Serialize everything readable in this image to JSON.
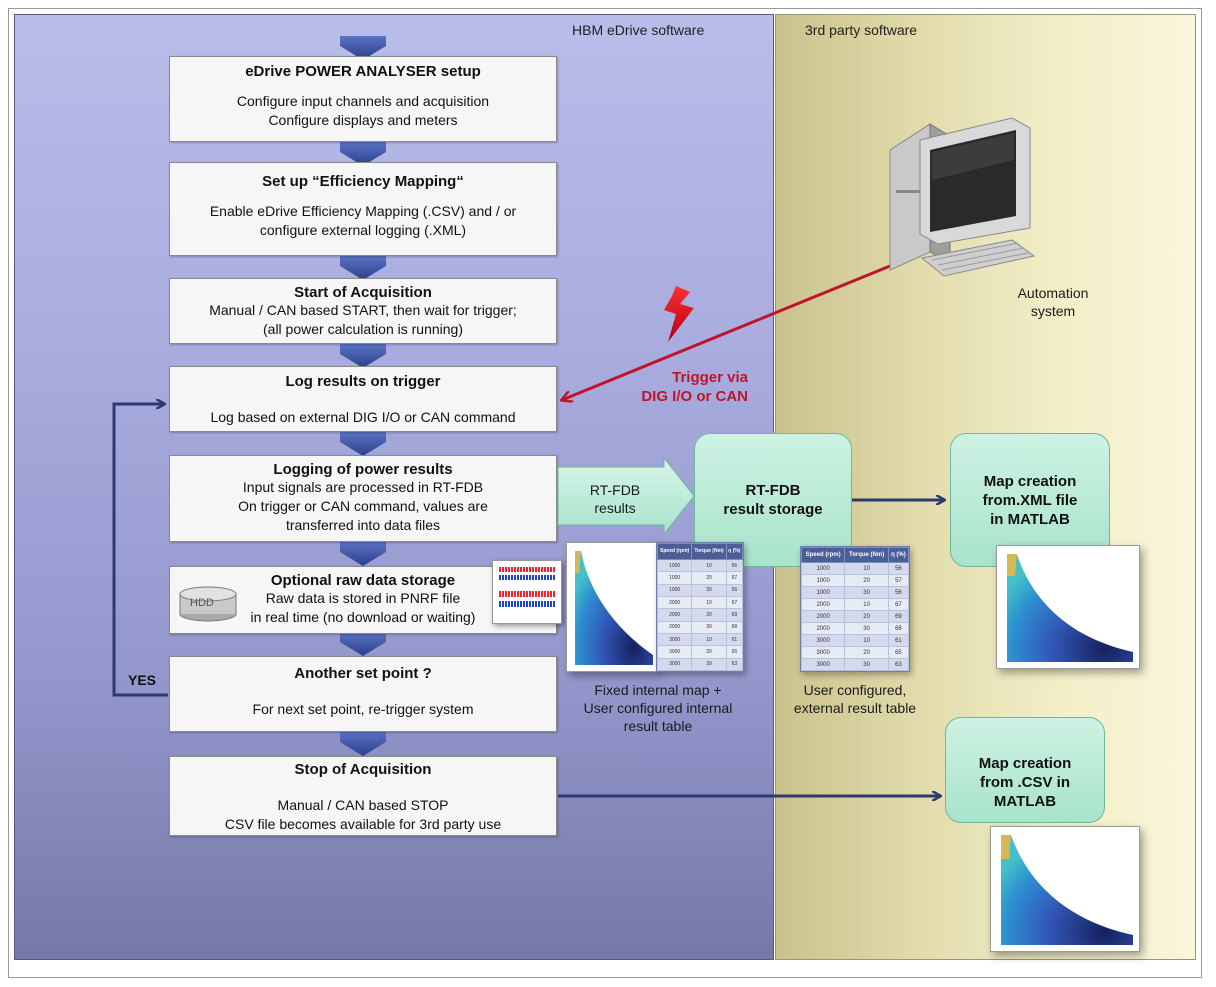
{
  "zones": {
    "left": "HBM  eDrive software",
    "right": "3rd party software"
  },
  "steps": [
    {
      "title": "eDrive POWER ANALYSER  setup",
      "lines": [
        "Configure input channels and acquisition",
        "Configure displays and meters"
      ]
    },
    {
      "title": "Set up “Efficiency Mapping“",
      "lines": [
        "Enable  eDrive Efficiency Mapping (.CSV) and / or",
        "configure external logging (.XML)"
      ]
    },
    {
      "title": "Start of Acquisition",
      "lines": [
        "Manual / CAN based START, then wait for trigger;",
        "(all power calculation is running)"
      ]
    },
    {
      "title": "Log results on trigger",
      "lines": [
        "Log based on external DIG I/O  or CAN  command"
      ]
    },
    {
      "title": "Logging of power results",
      "lines": [
        "Input signals are processed in RT-FDB",
        "On trigger or CAN command,  values are",
        "transferred into data files"
      ]
    },
    {
      "title": "Optional raw data storage",
      "lines": [
        "Raw data is stored in PNRF  file",
        "in real time (no download or waiting)"
      ]
    },
    {
      "title": "Another set point ?",
      "lines": [
        "For next set point, re-trigger system"
      ]
    },
    {
      "title": "Stop of Acquisition",
      "lines": [
        "Manual / CAN  based STOP",
        "CSV  file becomes available for 3rd party use"
      ]
    }
  ],
  "hdd_label": "HDD",
  "yes_label": "YES",
  "automation": {
    "lines": [
      "Automation",
      "system"
    ]
  },
  "trigger": {
    "lines": [
      "Trigger via",
      "DIG I/O or CAN"
    ]
  },
  "rtfdb_results": {
    "lines": [
      "RT-FDB",
      "results"
    ]
  },
  "rtfdb_storage": {
    "lines": [
      "RT-FDB",
      "result storage"
    ]
  },
  "map_xml": {
    "lines": [
      "Map creation",
      "from.XML file",
      "in MATLAB"
    ]
  },
  "map_csv": {
    "lines": [
      "Map creation",
      "from .CSV in",
      "MATLAB"
    ]
  },
  "caption_internal": {
    "lines": [
      "Fixed internal map +",
      "User configured internal",
      "result table"
    ]
  },
  "caption_external": {
    "lines": [
      "User configured,",
      "external result table"
    ]
  },
  "result_table": {
    "headers": [
      "Speed (rpm)",
      "Torque (Nm)",
      "η (%)"
    ],
    "rows": [
      [
        "1000",
        "10",
        "56"
      ],
      [
        "1000",
        "20",
        "57"
      ],
      [
        "1000",
        "30",
        "56"
      ],
      [
        "2000",
        "10",
        "67"
      ],
      [
        "2000",
        "20",
        "69"
      ],
      [
        "2000",
        "30",
        "68"
      ],
      [
        "3000",
        "10",
        "61"
      ],
      [
        "3000",
        "20",
        "65"
      ],
      [
        "3000",
        "30",
        "63"
      ]
    ]
  },
  "colors": {
    "trigger_red": "#c0142a",
    "flow_arrow": "#2d3a6e",
    "left_panel": "#a9acde",
    "right_panel": "#efe9c0",
    "green_box": "#b5e8d2"
  },
  "icons": [
    "computer-icon",
    "lightning-icon",
    "hdd-icon"
  ]
}
